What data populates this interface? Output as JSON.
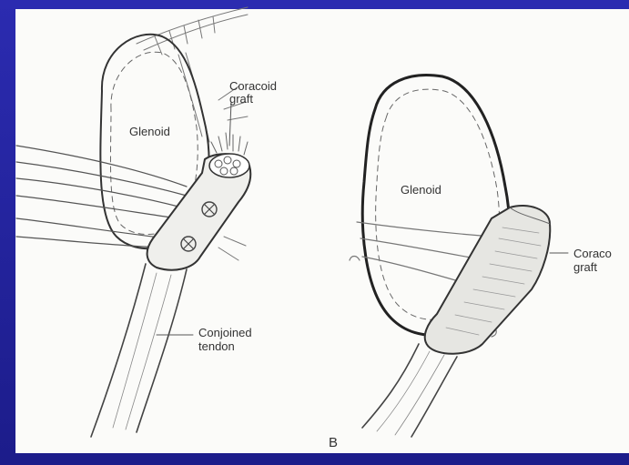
{
  "figure_a": {
    "glenoid_label": "Glenoid",
    "graft_label_line1": "Coracoid",
    "graft_label_line2": "graft",
    "tendon_label_line1": "Conjoined",
    "tendon_label_line2": "tendon"
  },
  "figure_b": {
    "panel_letter": "B",
    "glenoid_label": "Glenoid",
    "graft_label_line1": "Coraco",
    "graft_label_line2": "graft"
  },
  "colors": {
    "border": "#2a2aa8",
    "paper": "#fbfbf9",
    "ink": "#333333"
  }
}
